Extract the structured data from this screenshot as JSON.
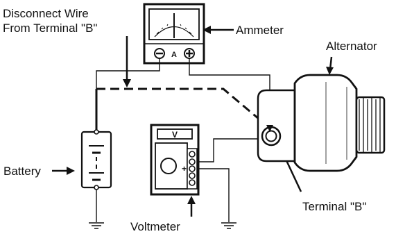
{
  "labels": {
    "disconnect_line1": "Disconnect Wire",
    "disconnect_line2": "From Terminal \"B\"",
    "ammeter": "Ammeter",
    "alternator": "Alternator",
    "battery": "Battery",
    "voltmeter": "Voltmeter",
    "terminal_b": "Terminal \"B\""
  },
  "ammeter_face": {
    "unit": "A",
    "negative": "⊖",
    "positive": "⊕"
  },
  "voltmeter_face": {
    "unit": "V",
    "plus": "+"
  },
  "colors": {
    "ink": "#111111",
    "background": "#ffffff"
  }
}
